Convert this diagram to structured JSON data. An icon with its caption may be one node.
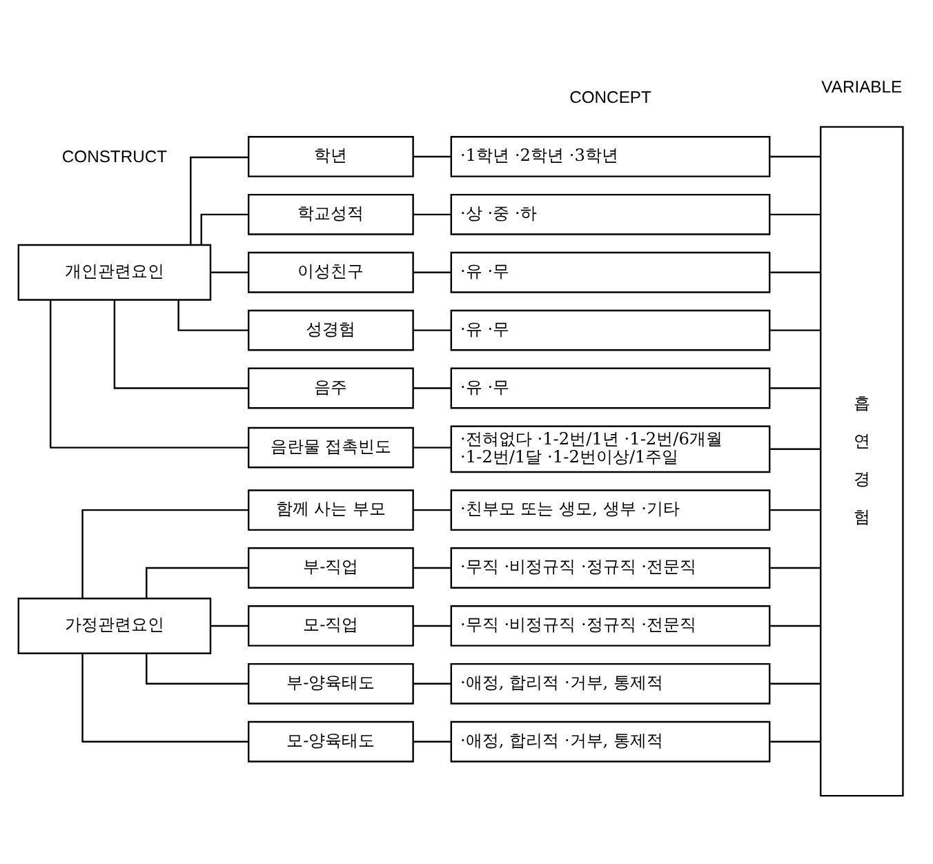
{
  "diagram": {
    "nodes": [
      {
        "text": [
          "개인관련요인"
        ]
      },
      {
        "text": [
          "학년"
        ]
      },
      {
        "text": [
          "학교성적"
        ]
      },
      {
        "text": [
          "이성친구"
        ]
      },
      {
        "text": [
          "성경험"
        ]
      },
      {
        "text": [
          "음주"
        ]
      },
      {
        "text": [
          "음란물 접촉빈도"
        ]
      },
      {
        "text": [
          "가정관련요인"
        ]
      },
      {
        "text": [
          "함께 사는 부모"
        ]
      },
      {
        "text": [
          "부-직업"
        ]
      },
      {
        "text": [
          "모-직업"
        ]
      },
      {
        "text": [
          "부-양육태도"
        ]
      },
      {
        "text": [
          "모-양육태도"
        ]
      },
      {
        "text": [
          "·1학년 ·2학년 ·3학년"
        ]
      },
      {
        "text": [
          "·상 ·중 ·하"
        ]
      },
      {
        "text": [
          "·유 ·무"
        ]
      },
      {
        "text": [
          "·유 ·무"
        ]
      },
      {
        "text": [
          "·유 ·무"
        ]
      },
      {
        "text": [
          "·전혀없다 ·1-2번/1년 ·1-2번/6개월 ·1-2번/1달 ·1-2번이상/1주일"
        ]
      },
      {
        "text": [
          "·친부모 또는 생모, 생부 ·기타"
        ]
      },
      {
        "text": [
          "·무직 ·비정규직 ·정규직 ·전문직"
        ]
      },
      {
        "text": [
          "·무직 ·비정규직 ·정규직 ·전문직"
        ]
      },
      {
        "text": [
          "·애정, 합리적 ·거부, 통제적"
        ]
      },
      {
        "text": [
          "·애정, 합리적 ·거부, 통제적"
        ]
      },
      {
        "text": [
          "흡 연 경 험"
        ]
      }
    ],
    "edges": [
      {
        "from": 0,
        "to": 1,
        "arrow": "none"
      },
      {
        "from": 0,
        "to": 2,
        "arrow": "none"
      },
      {
        "from": 0,
        "to": 3,
        "arrow": "none"
      },
      {
        "from": 0,
        "to": 4,
        "arrow": "none"
      },
      {
        "from": 0,
        "to": 5,
        "arrow": "none"
      },
      {
        "from": 0,
        "to": 6,
        "arrow": "none"
      },
      {
        "from": 7,
        "to": 8,
        "arrow": "none"
      },
      {
        "from": 7,
        "to": 9,
        "arrow": "none"
      },
      {
        "from": 7,
        "to": 10,
        "arrow": "none"
      },
      {
        "from": 7,
        "to": 11,
        "arrow": "none"
      },
      {
        "from": 7,
        "to": 12,
        "arrow": "none"
      },
      {
        "from": 1,
        "to": 13,
        "arrow": "none"
      },
      {
        "from": 2,
        "to": 14,
        "arrow": "none"
      },
      {
        "from": 3,
        "to": 15,
        "arrow": "none"
      },
      {
        "from": 4,
        "to": 16,
        "arrow": "none"
      },
      {
        "from": 5,
        "to": 17,
        "arrow": "none"
      },
      {
        "from": 6,
        "to": 18,
        "arrow": "none"
      },
      {
        "from": 8,
        "to": 19,
        "arrow": "none"
      },
      {
        "from": 9,
        "to": 20,
        "arrow": "none"
      },
      {
        "from": 10,
        "to": 21,
        "arrow": "none"
      },
      {
        "from": 11,
        "to": 22,
        "arrow": "none"
      },
      {
        "from": 12,
        "to": 23,
        "arrow": "none"
      },
      {
        "from": 13,
        "to": 24,
        "arrow": "none"
      },
      {
        "from": 14,
        "to": 24,
        "arrow": "none"
      },
      {
        "from": 15,
        "to": 24,
        "arrow": "none"
      },
      {
        "from": 16,
        "to": 24,
        "arrow": "none"
      },
      {
        "from": 17,
        "to": 24,
        "arrow": "none"
      },
      {
        "from": 18,
        "to": 24,
        "arrow": "none"
      },
      {
        "from": 19,
        "to": 24,
        "arrow": "none"
      },
      {
        "from": 20,
        "to": 24,
        "arrow": "none"
      },
      {
        "from": 21,
        "to": 24,
        "arrow": "none"
      },
      {
        "from": 22,
        "to": 24,
        "arrow": "none"
      },
      {
        "from": 23,
        "to": 24,
        "arrow": "none"
      }
    ],
    "labels": [
      "CONSTRUCT",
      "CONCEPT",
      "VARIABLE"
    ]
  }
}
